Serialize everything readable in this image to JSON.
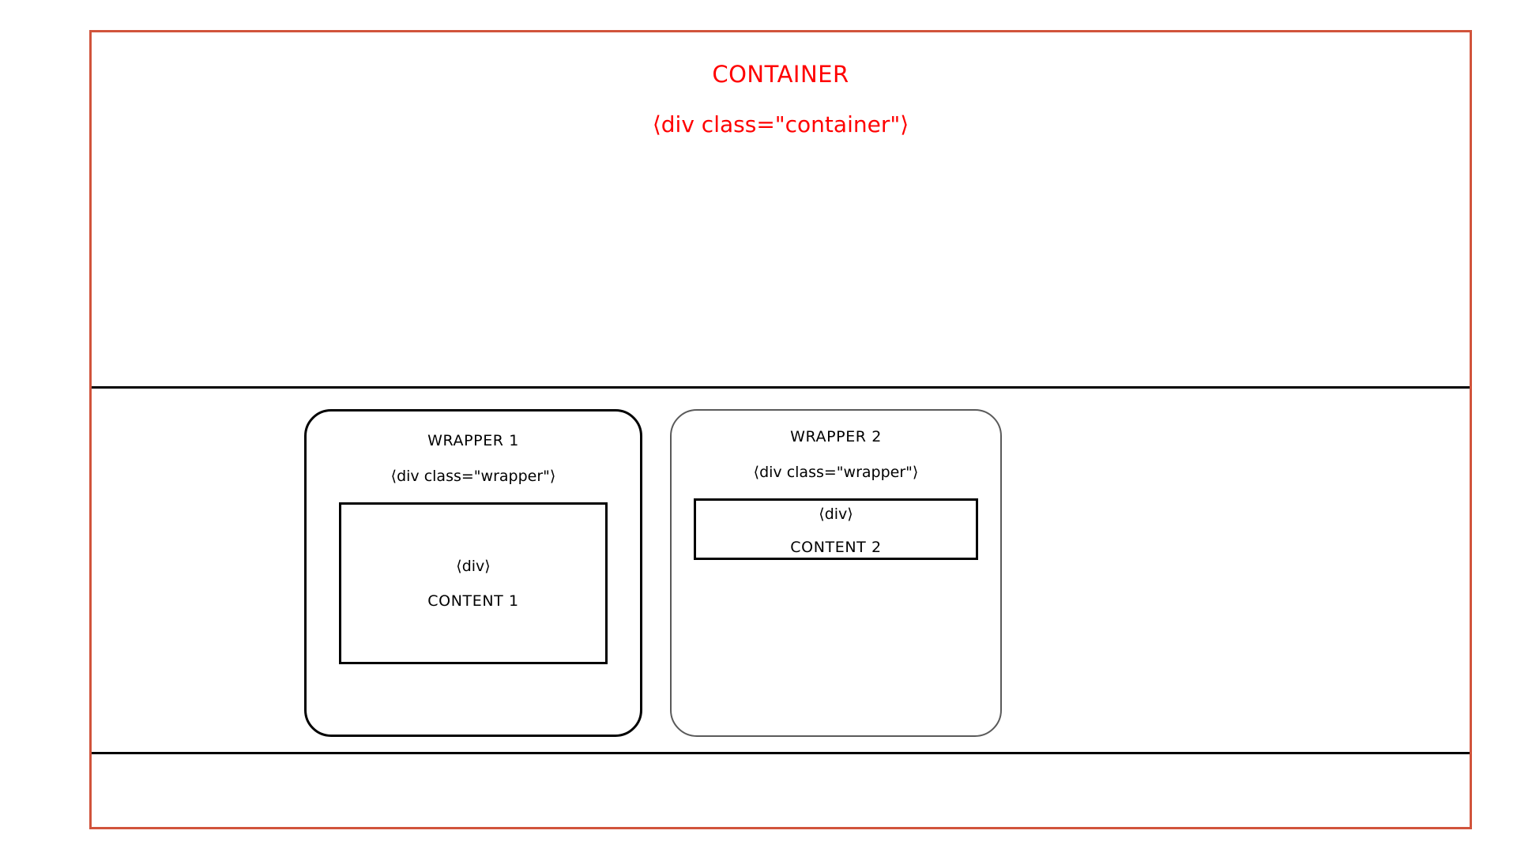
{
  "diagram": {
    "container": {
      "title": "CONTAINER",
      "subtitle": "⟨div class=\"container\"⟩",
      "border_color": "#d1543c",
      "text_color": "#ff0000",
      "divider_color": "#000000"
    },
    "wrappers": [
      {
        "title": "WRAPPER 1",
        "subtitle": "⟨div class=\"wrapper\"⟩",
        "border_color": "#000000",
        "content": {
          "tag": "⟨div⟩",
          "label": "CONTENT 1",
          "border_color": "#000000"
        }
      },
      {
        "title": "WRAPPER 2",
        "subtitle": "⟨div class=\"wrapper\"⟩",
        "border_color": "#5a5a5a",
        "content": {
          "tag": "⟨div⟩",
          "label": "CONTENT 2",
          "border_color": "#000000"
        }
      }
    ]
  }
}
